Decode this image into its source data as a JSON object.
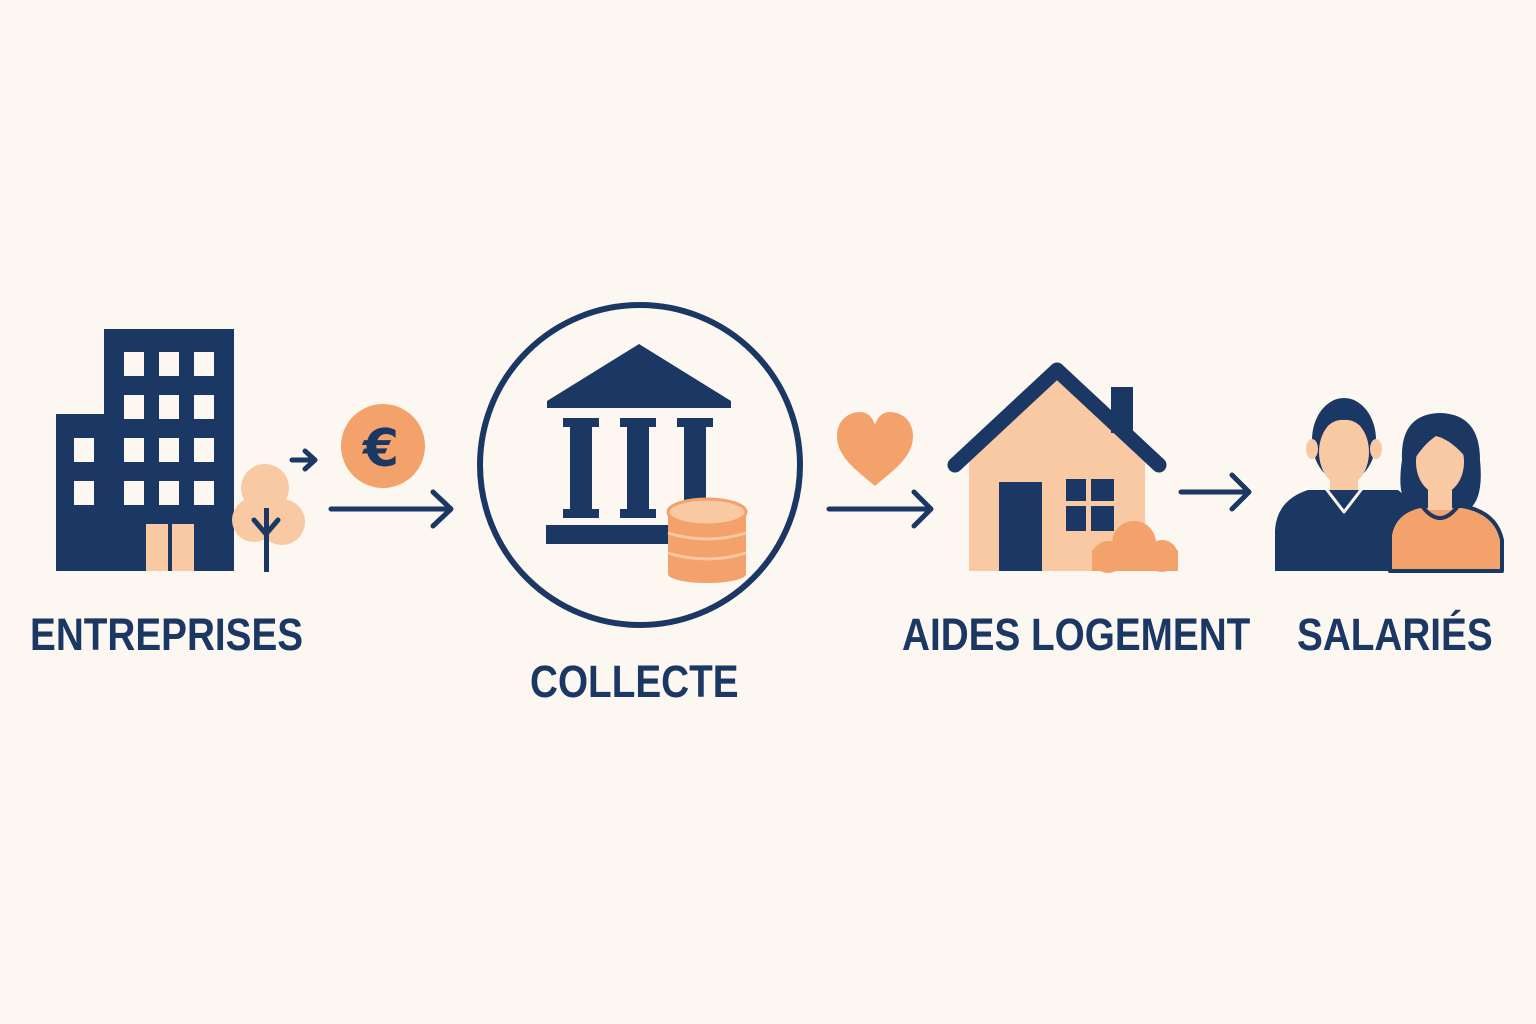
{
  "colors": {
    "background": "#FCF7F1",
    "navy": "#1B3763",
    "orange": "#F2A26A",
    "peach": "#F8C9A2"
  },
  "steps": [
    {
      "label": "ENTREPRISES",
      "icon": "office-building-icon"
    },
    {
      "label": "COLLECTE",
      "icon": "bank-coins-icon"
    },
    {
      "label": "AIDES LOGEMENT",
      "icon": "house-icon"
    },
    {
      "label": "SALARIÉS",
      "icon": "employees-couple-icon"
    }
  ],
  "flow_icons": {
    "money": {
      "icon": "euro-coin-icon",
      "symbol": "€"
    },
    "care": {
      "icon": "heart-icon"
    }
  }
}
